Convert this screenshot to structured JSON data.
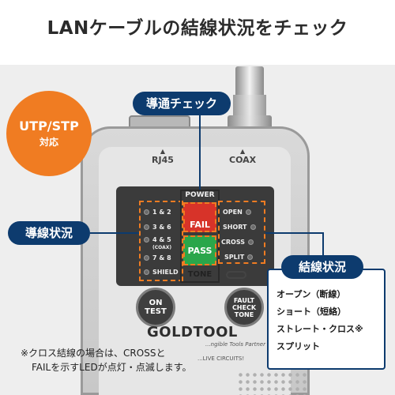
{
  "title": "LANケーブルの結線状況をチェック",
  "badge": {
    "main": "UTP/STP",
    "sub": "対応"
  },
  "callouts": {
    "conduction_check": "導通チェック",
    "wire_status": "導線状況",
    "connection_status": "結線状況"
  },
  "device": {
    "ports": {
      "rj45": "RJ45",
      "coax": "COAX",
      "arrow": "▲"
    },
    "left_leds": [
      "1 & 2",
      "3 & 6",
      "4 & 5",
      "(COAX)",
      "7 & 8",
      "SHIELD"
    ],
    "center": {
      "power": "POWER",
      "fail": "FAIL",
      "pass": "PASS",
      "tone": "TONE"
    },
    "right_leds": [
      "OPEN",
      "SHORT",
      "CROSS",
      "SPLIT"
    ],
    "buttons": {
      "on_test": "ON\nTEST",
      "fault_check_tone": "FAULT\nCHECK\nTONE"
    },
    "brand": "GOLDTOOL",
    "brand_sub": "...ngible Tools Partner",
    "bottom_text": "...LIVE CIRCUITS!"
  },
  "results": [
    "オープン（断線）",
    "ショート（短絡）",
    "ストレート・クロス※",
    "スプリット"
  ],
  "footnote": [
    "※クロス結線の場合は、CROSSと",
    "FAILを示すLEDが点灯・点滅します。"
  ],
  "colors": {
    "orange": "#f07c22",
    "navy": "#0d3b6e",
    "fail_red": "#d73329",
    "pass_green": "#2aa64a"
  }
}
